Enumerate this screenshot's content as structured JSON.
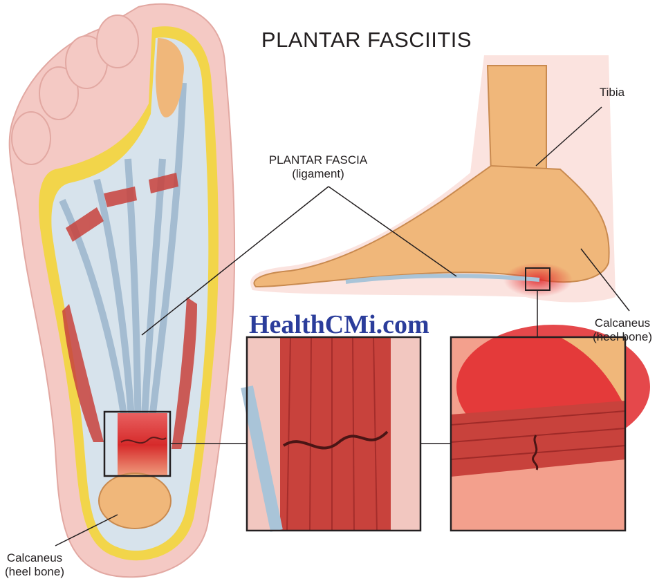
{
  "title": "PLANTAR FASCIITIS",
  "brand": "HealthCMi.com",
  "labels": {
    "tibia": "Tibia",
    "plantar_fascia": "PLANTAR FASCIA",
    "plantar_fascia_sub": "(ligament)",
    "calcaneus_right": "Calcaneus",
    "calcaneus_right_sub": "(heel bone)",
    "calcaneus_left": "Calcaneus",
    "calcaneus_left_sub": "(heel bone)"
  },
  "colors": {
    "skin": "#f4c9c4",
    "fat": "#f2d54a",
    "fascia": "#b9cfe0",
    "muscle": "#c8423c",
    "bone": "#f0b77a",
    "inflammation": "#e0282b",
    "brand": "#2b3d9b"
  }
}
